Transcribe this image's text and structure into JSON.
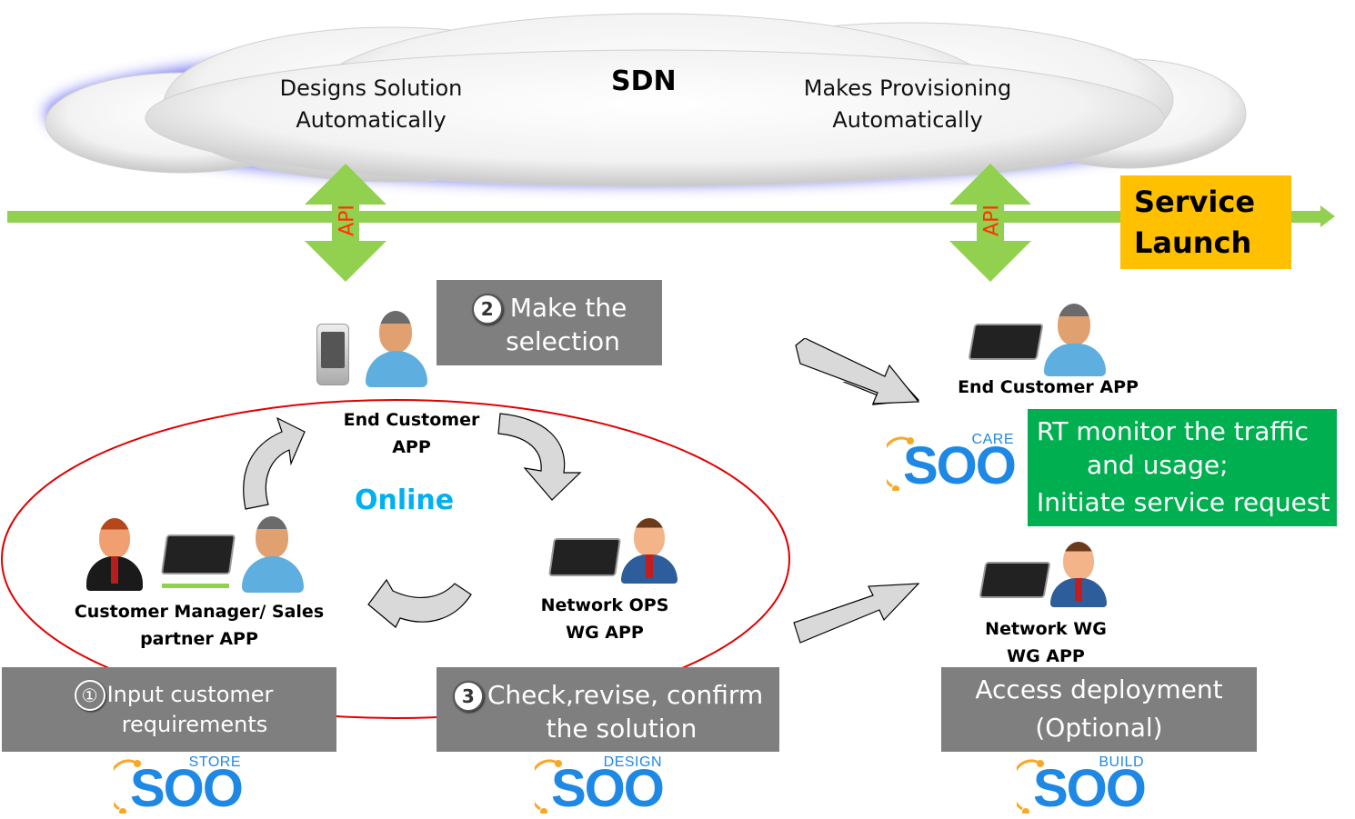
{
  "colors": {
    "timeline_green": "#92d050",
    "api_text": "#ff3300",
    "service_launch_bg": "#ffc000",
    "step_box_gray": "#7f7f7f",
    "care_box_green": "#00b050",
    "online_text": "#00b0f0",
    "cycle_ellipse": "#e00000",
    "logo_blue": "#1e88e5",
    "logo_orange": "#f9a825",
    "cloud_glow": "#6666ff"
  },
  "cloud": {
    "title": "SDN",
    "left_text_line1": "Designs Solution",
    "left_text_line2": "Automatically",
    "right_text_line1": "Makes Provisioning",
    "right_text_line2": "Automatically"
  },
  "timeline": {
    "api_left": "API",
    "api_right": "API",
    "service_launch_line1": "Service",
    "service_launch_line2": "Launch"
  },
  "cycle": {
    "center_label": "Online",
    "end_customer_line1": "End Customer",
    "end_customer_line2": "APP",
    "customer_manager_line1": "Customer Manager/ Sales",
    "customer_manager_line2": "partner APP",
    "network_ops_line1": "Network OPS",
    "network_ops_line2": "WG APP"
  },
  "steps": [
    {
      "number": "①",
      "line1": "Input customer",
      "line2": "requirements"
    },
    {
      "number": "2",
      "line1": "Make the",
      "line2": "selection"
    },
    {
      "number": "3",
      "line1": "Check,revise, confirm",
      "line2": "the solution"
    }
  ],
  "right_side": {
    "end_customer_label": "End Customer APP",
    "care_box_line1": "RT monitor the traffic",
    "care_box_line2": "and usage;",
    "care_box_line3": "Initiate service request",
    "network_wg_line1": "Network WG",
    "network_wg_line2": "WG APP",
    "access_line1": "Access deployment",
    "access_line2": "(Optional)"
  },
  "logos": {
    "store": {
      "sub": "STORE",
      "main": "SOO"
    },
    "design": {
      "sub": "DESIGN",
      "main": "SOO"
    },
    "care": {
      "sub": "CARE",
      "main": "SOO"
    },
    "build": {
      "sub": "BUILD",
      "main": "SOO"
    }
  }
}
